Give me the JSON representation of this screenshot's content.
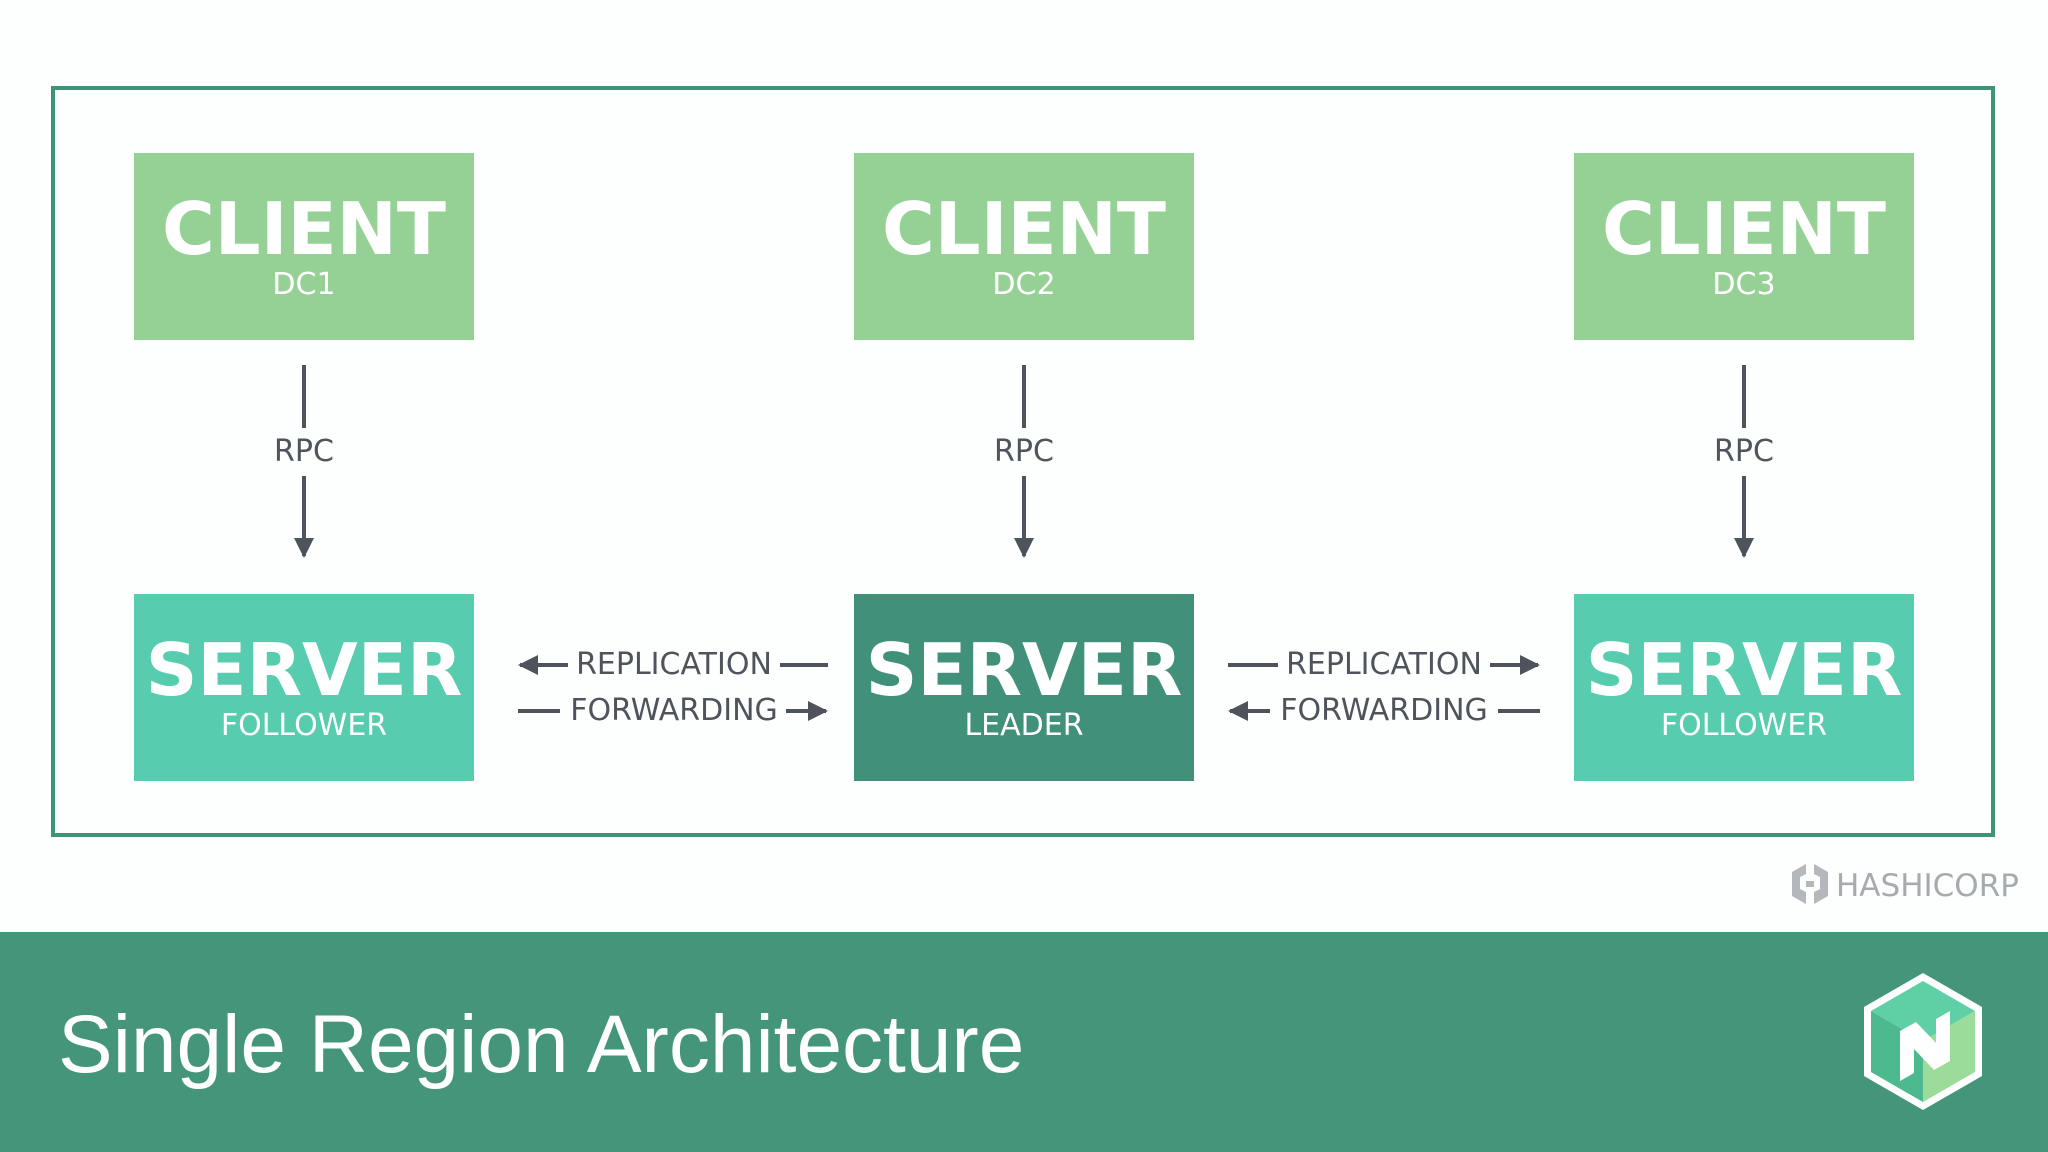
{
  "diagram": {
    "clients": [
      {
        "title": "CLIENT",
        "subtitle": "DC1"
      },
      {
        "title": "CLIENT",
        "subtitle": "DC2"
      },
      {
        "title": "CLIENT",
        "subtitle": "DC3"
      }
    ],
    "servers": [
      {
        "title": "SERVER",
        "subtitle": "FOLLOWER",
        "role": "follower"
      },
      {
        "title": "SERVER",
        "subtitle": "LEADER",
        "role": "leader"
      },
      {
        "title": "SERVER",
        "subtitle": "FOLLOWER",
        "role": "follower"
      }
    ],
    "rpc_label": "RPC",
    "replication_label": "REPLICATION",
    "forwarding_label": "FORWARDING"
  },
  "branding": {
    "company": "HASHICORP",
    "company_icon": "hashicorp-logo-icon",
    "product_icon": "nomad-logo-icon"
  },
  "footer": {
    "title": "Single Region Architecture"
  },
  "colors": {
    "frame_border": "#3f9478",
    "client_fill": "#95d194",
    "follower_fill": "#57ccae",
    "leader_fill": "#40907a",
    "footer_fill": "#44957a",
    "connector": "#4f545c"
  }
}
